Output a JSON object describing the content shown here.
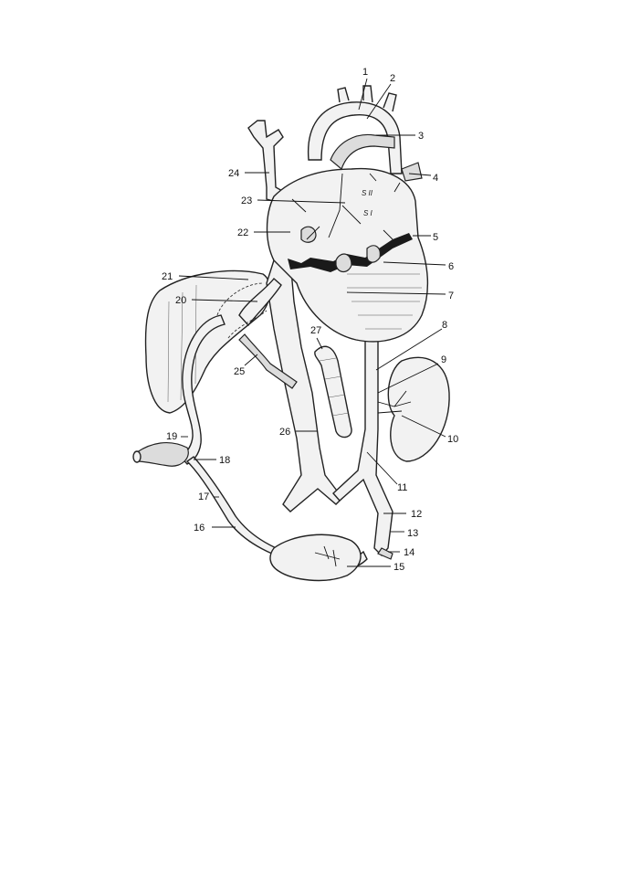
{
  "figure": {
    "chamber_marks": {
      "s2": "S II",
      "s1": "S I"
    },
    "callouts": [
      "1",
      "2",
      "3",
      "4",
      "5",
      "6",
      "7",
      "8",
      "9",
      "10",
      "11",
      "12",
      "13",
      "14",
      "15",
      "16",
      "17",
      "18",
      "19",
      "20",
      "21",
      "22",
      "23",
      "24",
      "25",
      "26",
      "27"
    ]
  }
}
